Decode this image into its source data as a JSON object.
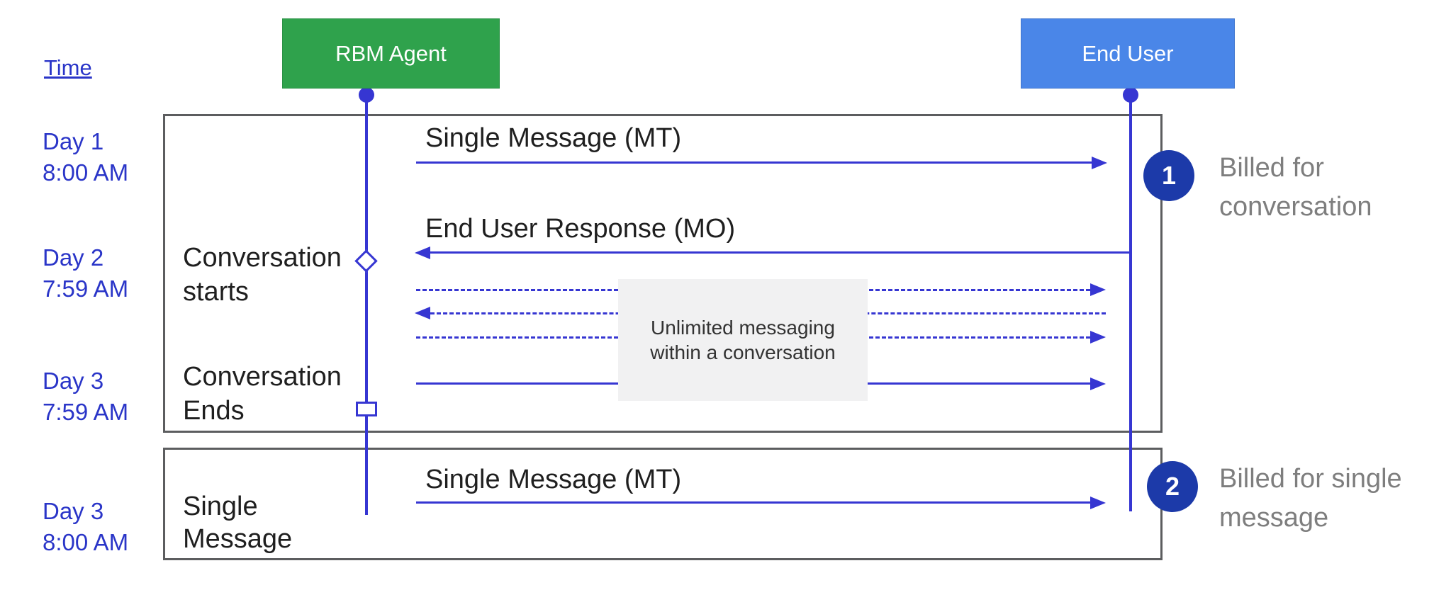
{
  "colors": {
    "green": "#2fa24c",
    "blue_actor": "#4a86e8",
    "badge_blue": "#1c3aa9",
    "line_blue": "#3636d2",
    "text_blue": "#2a35c8",
    "frame_gray": "#5c5d5f",
    "note_bg": "#f1f1f2",
    "muted_text": "#7e7e7e",
    "dark_text": "#1f1f1f"
  },
  "header": {
    "time_label": "Time",
    "agent": "RBM Agent",
    "end_user": "End User"
  },
  "timeline": [
    "Day 1\n8:00 AM",
    "Day 2\n7:59 AM",
    "Day 3\n7:59 AM",
    "Day 3\n8:00 AM"
  ],
  "conversation": {
    "mt_label": "Single Message (MT)",
    "mo_label": "End User Response (MO)",
    "starts_label": "Conversation\nstarts",
    "ends_label": "Conversation\nEnds",
    "note": "Unlimited messaging\nwithin a conversation"
  },
  "single": {
    "side_label": "Single\nMessage",
    "mt_label": "Single Message (MT)"
  },
  "annotations": [
    {
      "number": "1",
      "text": "Billed for\nconversation"
    },
    {
      "number": "2",
      "text": "Billed for single\nmessage"
    }
  ]
}
